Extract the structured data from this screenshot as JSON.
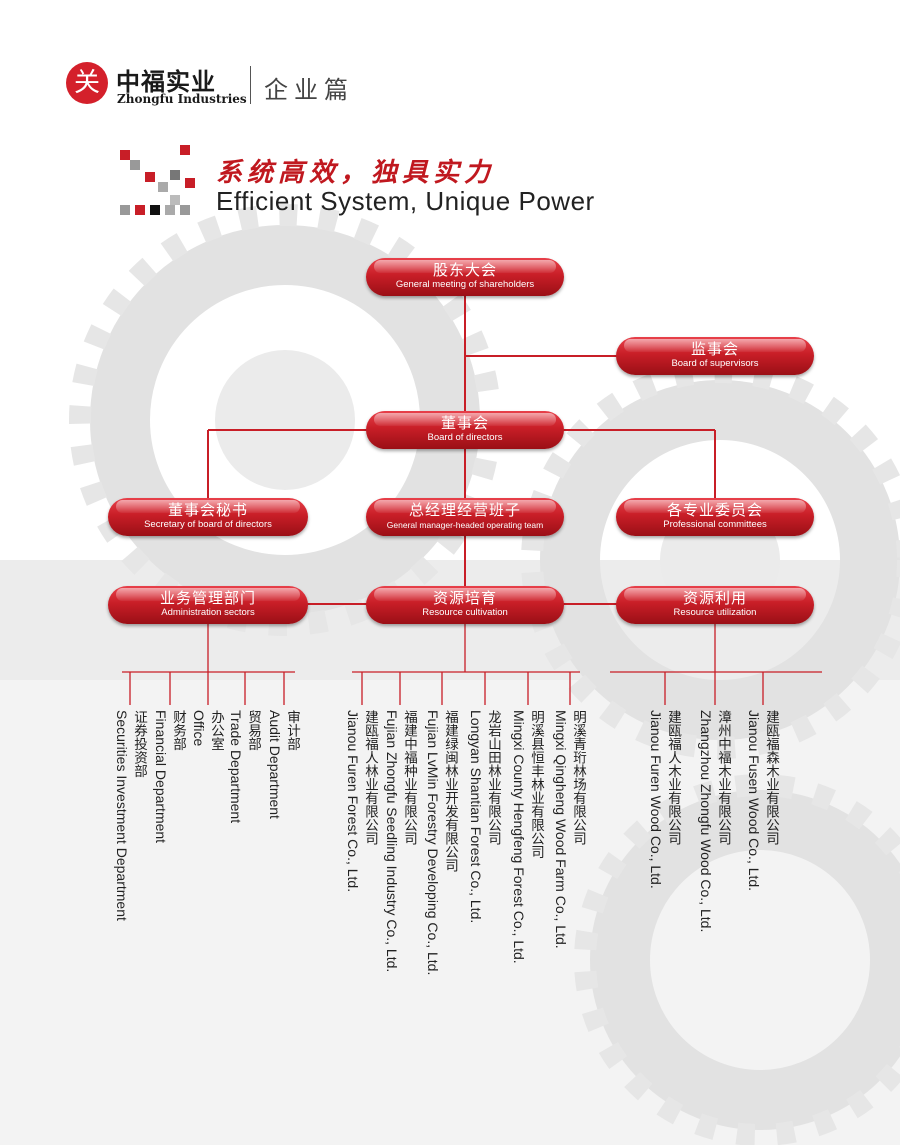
{
  "header": {
    "brand_cn": "中福实业",
    "brand_en": "Zhongfu Industries",
    "section_cn": "企业篇",
    "logo_icon": "tree-seal-icon"
  },
  "title": {
    "cn": "系统高效，独具实力",
    "en": "Efficient System, Unique Power"
  },
  "colors": {
    "accent": "#c81e27",
    "text": "#222222"
  },
  "nodes": {
    "shareholders": {
      "cn": "股东大会",
      "en": "General meeting of shareholders"
    },
    "supervisors": {
      "cn": "监事会",
      "en": "Board of supervisors"
    },
    "directors": {
      "cn": "董事会",
      "en": "Board of directors"
    },
    "secretary": {
      "cn": "董事会秘书",
      "en": "Secretary of board of directors"
    },
    "gm": {
      "cn": "总经理经营班子",
      "en": "General manager-headed operating team"
    },
    "committees": {
      "cn": "各专业委员会",
      "en": "Professional committees"
    },
    "admin": {
      "cn": "业务管理部门",
      "en": "Administration sectors"
    },
    "cultivation": {
      "cn": "资源培育",
      "en": "Resource cultivation"
    },
    "utilization": {
      "cn": "资源利用",
      "en": "Resource utilization"
    }
  },
  "admin_departments": [
    {
      "cn": "证券投资部",
      "en": "Securities Investment Department"
    },
    {
      "cn": "财务部",
      "en": "Financial Department"
    },
    {
      "cn": "办公室",
      "en": "Office"
    },
    {
      "cn": "贸易部",
      "en": "Trade Department"
    },
    {
      "cn": "审计部",
      "en": "Audit Department"
    }
  ],
  "cultivation_companies": [
    {
      "cn": "建瓯福人林业有限公司",
      "en": "Jianou Furen Forest Co., Ltd."
    },
    {
      "cn": "福建中福种业有限公司",
      "en": "Fujian Zhongfu Seedling Industry Co., Ltd."
    },
    {
      "cn": "福建绿闽林业开发有限公司",
      "en": "Fujian LvMin Forestry Developing Co., Ltd."
    },
    {
      "cn": "龙岩山田林业有限公司",
      "en": "Longyan Shantian Forest Co., Ltd."
    },
    {
      "cn": "明溪县恒丰林业有限公司",
      "en": "Mingxi County Hengfeng Forest Co., Ltd."
    },
    {
      "cn": "明溪青珩林场有限公司",
      "en": "Mingxi Qingheng Wood Farm Co., Ltd."
    }
  ],
  "utilization_companies": [
    {
      "cn": "建瓯福人木业有限公司",
      "en": "Jianou Furen Wood Co., Ltd."
    },
    {
      "cn": "漳州中福木业有限公司",
      "en": "Zhangzhou Zhongfu Wood Co., Ltd."
    },
    {
      "cn": "建瓯福森木业有限公司",
      "en": "Jianou Fusen Wood Co., Ltd."
    }
  ]
}
